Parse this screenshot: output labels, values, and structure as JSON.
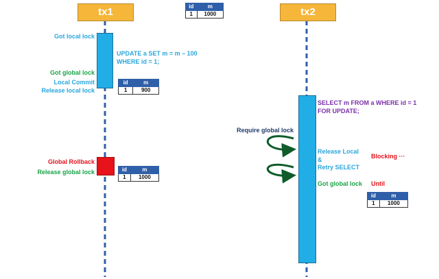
{
  "tx1": {
    "header": "tx1",
    "got_local_lock": "Got local lock",
    "update_stmt": [
      "UPDATE a SET m = m – 100",
      "WHERE id = 1;"
    ],
    "got_global_lock": "Got global lock",
    "local_commit": "Local Commit",
    "release_local_lock": "Release local lock",
    "global_rollback": "Global Rollback",
    "release_global_lock": "Release global lock"
  },
  "tx2": {
    "header": "tx2",
    "select_stmt": [
      "SELECT m FROM a WHERE id = 1",
      "FOR UPDATE;"
    ],
    "require_global_lock": "Require global lock",
    "release_local": [
      "Release Local",
      "&",
      "Retry SELECT"
    ],
    "blocking": "Blocking ···",
    "got_global_lock": "Got global lock",
    "until": "Until"
  },
  "tables": {
    "initial": {
      "headers": [
        "id",
        "m"
      ],
      "row": [
        "1",
        "1000"
      ]
    },
    "after_commit": {
      "headers": [
        "id",
        "m"
      ],
      "row": [
        "1",
        "900"
      ]
    },
    "after_rollback": {
      "headers": [
        "id",
        "m"
      ],
      "row": [
        "1",
        "1000"
      ]
    },
    "final": {
      "headers": [
        "id",
        "m"
      ],
      "row": [
        "1",
        "1000"
      ]
    }
  },
  "colors": {
    "header_fill": "#f5b63a",
    "bar_fill": "#21aee6",
    "rollback_fill": "#e8121a",
    "lifeline": "#2f5fa8",
    "loop_arrow": "#0f5c2a"
  }
}
